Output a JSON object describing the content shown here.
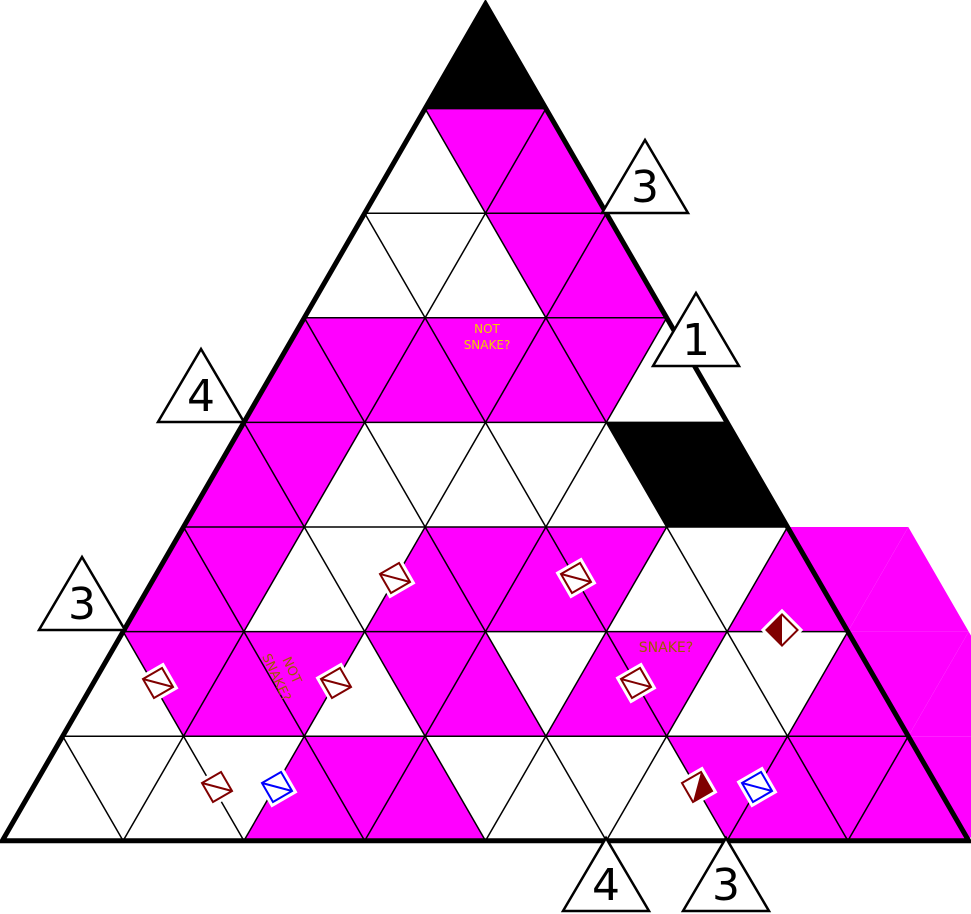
{
  "puzzle": {
    "rows": 8,
    "colors": {
      "filled": "#ff00ff",
      "black": "#000000",
      "white": "#ffffff",
      "grid_line": "#000000",
      "marker_red": "#800000",
      "marker_blue": "#0000ff",
      "note_brown": "#a05a00",
      "note_yellow": "#f0d000"
    },
    "cells": [
      [
        "B"
      ],
      [
        "W",
        "M",
        "M"
      ],
      [
        "W",
        "W",
        "W",
        "M",
        "M"
      ],
      [
        "M",
        "M",
        "M",
        "M",
        "M",
        "M",
        "W"
      ],
      [
        "M",
        "M",
        "W",
        "W",
        "W",
        "W",
        "W",
        "B",
        "B"
      ],
      [
        "M",
        "M",
        "W",
        "W",
        "M",
        "M",
        "M",
        "M",
        "W",
        "W",
        "M",
        "M",
        "M"
      ],
      [
        "W",
        "M",
        "M",
        "M",
        "W",
        "M",
        "M",
        "W",
        "M",
        "M",
        "W",
        "W",
        "M",
        "M",
        "M"
      ],
      [
        "W",
        "W",
        "W",
        "W",
        "M",
        "M",
        "M",
        "W",
        "W",
        "W",
        "W",
        "M",
        "M",
        "M",
        "M",
        "M",
        "W"
      ]
    ],
    "clues": [
      {
        "value": "3",
        "side": "right",
        "row": 1
      },
      {
        "value": "1",
        "side": "right",
        "row": 3
      },
      {
        "value": "4",
        "side": "left",
        "row": 3
      },
      {
        "value": "3",
        "side": "left",
        "row": 5
      },
      {
        "value": "4",
        "side": "bottom",
        "col": 5
      },
      {
        "value": "3",
        "side": "bottom",
        "col": 6
      }
    ],
    "markers": [
      {
        "type": "slash-square",
        "color": "red"
      },
      {
        "type": "slash-square",
        "color": "red"
      },
      {
        "type": "slash-square",
        "color": "red"
      },
      {
        "type": "slash-square",
        "color": "red"
      },
      {
        "type": "slash-square",
        "color": "red"
      },
      {
        "type": "slash-square",
        "color": "red"
      },
      {
        "type": "slash-square",
        "color": "blue"
      },
      {
        "type": "slash-square",
        "color": "blue"
      },
      {
        "type": "half-filled-diamond",
        "color": "red"
      },
      {
        "type": "half-filled-square",
        "color": "red"
      }
    ],
    "notes": [
      {
        "lines": [
          "NOT",
          "SNAKE?"
        ],
        "color": "yellow"
      },
      {
        "lines": [
          "NOT",
          "SNAKE?"
        ],
        "color": "brown",
        "rotated": true
      },
      {
        "lines": [
          "SNAKE?"
        ],
        "color": "brown"
      }
    ]
  }
}
